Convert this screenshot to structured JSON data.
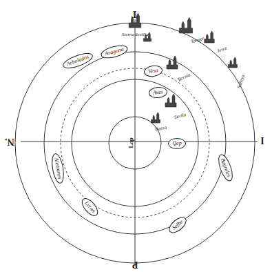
{
  "diagram": {
    "nodes": [
      {
        "text": [
          "Arbolados"
        ]
      },
      {
        "text": [
          "Aragona"
        ]
      },
      {
        "text": [
          "Vesa"
        ]
      },
      {
        "text": [
          "Aves"
        ]
      },
      {
        "text": [
          "Qep"
        ]
      },
      {
        "text": [
          "Bagroles"
        ]
      },
      {
        "text": [
          "Sefhe"
        ]
      },
      {
        "text": [
          "Lyran"
        ]
      },
      {
        "text": [
          "Alemanes"
        ]
      }
    ],
    "labels": [
      "T",
      "N.",
      "I",
      "P",
      "Lap",
      "Sierra Sevilla",
      "Tanger",
      "Jerez",
      "Sabeya",
      "Bernia",
      "Sevila",
      "Baeza"
    ]
  }
}
